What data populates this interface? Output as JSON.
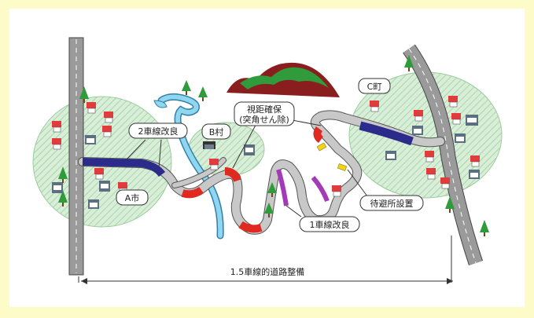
{
  "labels": {
    "two_lane": "2車線改良",
    "sight": "視距確保",
    "sight_sub": "(突角せん除)",
    "village_b": "B村",
    "town_c": "C町",
    "city_a": "A市",
    "one_lane": "1車線改良",
    "passing": "待避所設置",
    "overall": "1.5車線的道路整備"
  },
  "colors": {
    "frame": "#fdfcc8",
    "zone_fill": "#cfe9cf",
    "two_lane_section": "#2b2b8c",
    "one_lane_section": "#a33ab8",
    "sight_section": "#e02a20",
    "passing_place": "#f2d21b",
    "river": "#58b7d6",
    "mountain": "#8a1e1e",
    "road": "#c8c8c8"
  }
}
